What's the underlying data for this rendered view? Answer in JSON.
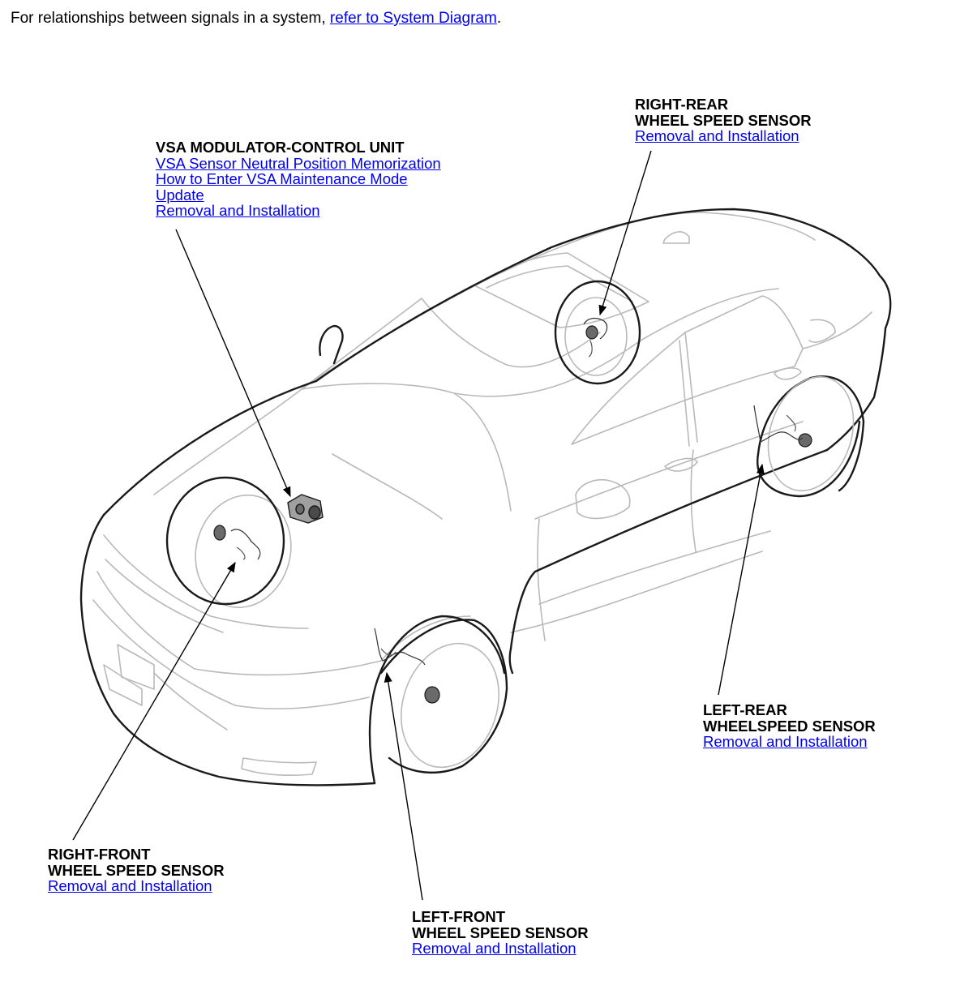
{
  "intro": {
    "text_before": "For relationships between signals in a system, ",
    "link_label": "refer to System Diagram",
    "text_after": "."
  },
  "callouts": {
    "vsa_unit": {
      "title": "VSA MODULATOR-CONTROL UNIT",
      "links": [
        "VSA Sensor Neutral Position Memorization",
        "How to Enter VSA Maintenance Mode",
        "Update",
        "Removal and Installation"
      ]
    },
    "right_rear": {
      "title_line1": "RIGHT-REAR",
      "title_line2": "WHEEL SPEED SENSOR",
      "link": "Removal and Installation"
    },
    "left_rear": {
      "title_line1": "LEFT-REAR",
      "title_line2": "WHEELSPEED SENSOR",
      "link": "Removal and Installation"
    },
    "right_front": {
      "title_line1": "RIGHT-FRONT",
      "title_line2": "WHEEL SPEED SENSOR",
      "link": "Removal and Installation"
    },
    "left_front": {
      "title_line1": "LEFT-FRONT",
      "title_line2": "WHEEL SPEED SENSOR",
      "link": "Removal and Installation"
    }
  },
  "colors": {
    "link": "#0000ee",
    "outline": "#1a1a1a",
    "detail": "#b9b9b9"
  },
  "icons": {
    "car": "car-outline-icon",
    "sensor": "wheel-speed-sensor-icon",
    "modulator": "vsa-modulator-icon"
  }
}
